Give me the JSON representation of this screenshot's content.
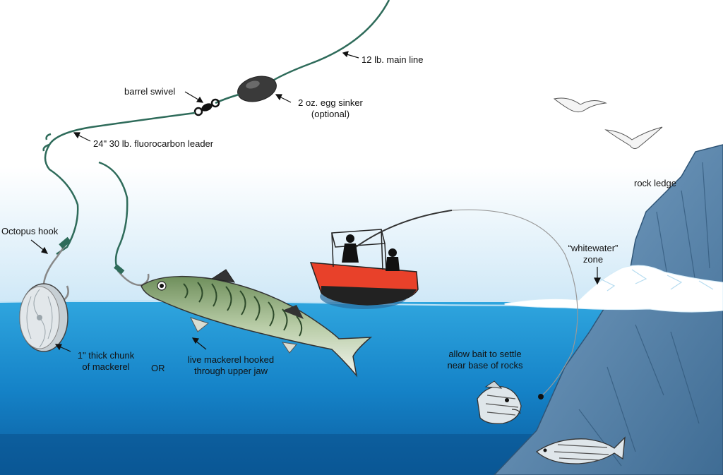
{
  "labels": {
    "main_line": "12 lb. main line",
    "barrel_swivel": "barrel swivel",
    "egg_sinker_1": "2 oz. egg sinker",
    "egg_sinker_2": "(optional)",
    "leader": "24\" 30 lb. fluorocarbon leader",
    "octopus_hook": "Octopus hook",
    "chunk_1": "1\" thick chunk",
    "chunk_2": "of mackerel",
    "or": "OR",
    "live_1": "live mackerel hooked",
    "live_2": "through upper jaw",
    "rock_ledge": "rock ledge",
    "whitewater_1": "“whitewater”",
    "whitewater_2": "zone",
    "settle_1": "allow bait to settle",
    "settle_2": "near base of rocks"
  },
  "colors": {
    "line": "#2e6b5a",
    "water_top": "#1f9ad6",
    "water_bottom": "#0c63a8",
    "sky_band": "#cfe8f7",
    "boat_hull": "#e8412a",
    "rock": "#5a87ad",
    "mackerel": "#9bb58a"
  }
}
